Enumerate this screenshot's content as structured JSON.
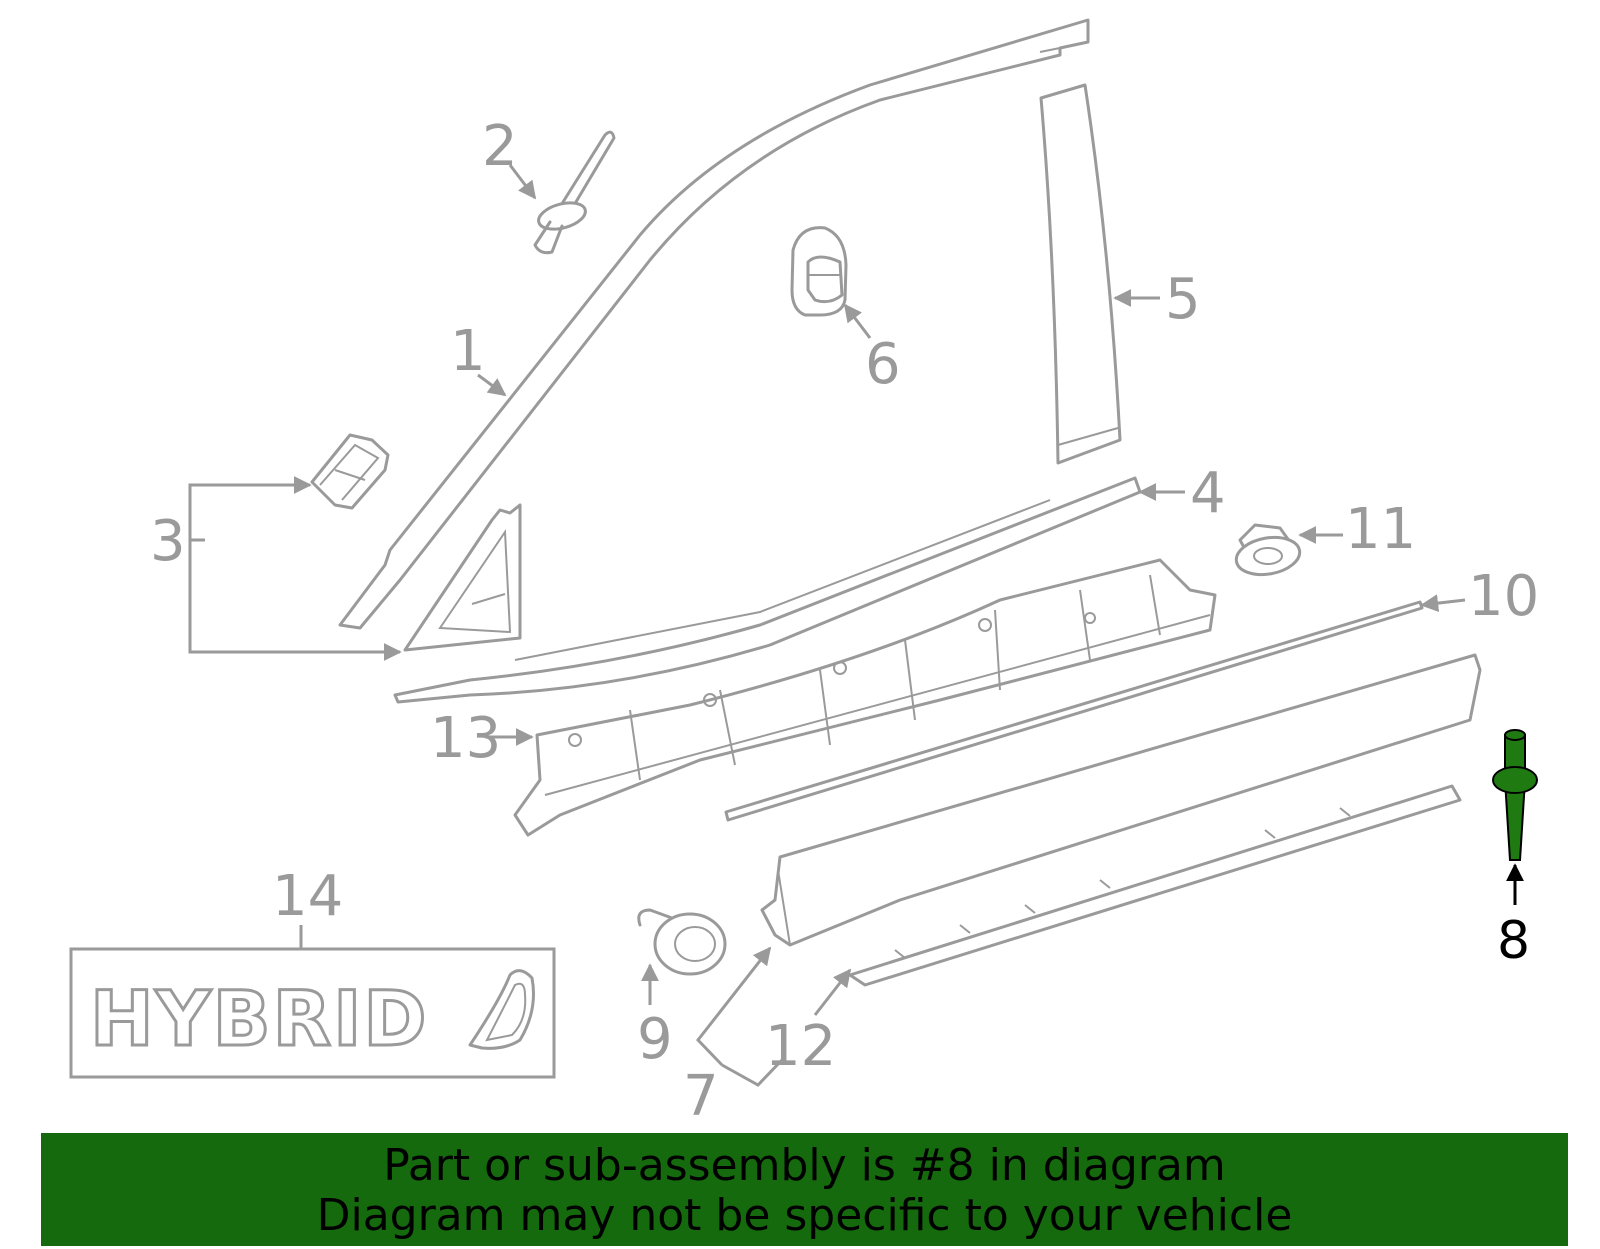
{
  "diagram": {
    "callouts": [
      "1",
      "2",
      "3",
      "4",
      "5",
      "6",
      "7",
      "8",
      "9",
      "10",
      "11",
      "12",
      "13",
      "14"
    ],
    "highlighted_callout": "8",
    "badge_text": "HYBRID",
    "colors": {
      "part_outline": "#9a9a9a",
      "highlight": "#1f7a12",
      "banner_bg": "#156a0d"
    }
  },
  "banner": {
    "line1": "Part or sub-assembly is #8 in diagram",
    "line2": "Diagram may not be specific to your vehicle"
  }
}
